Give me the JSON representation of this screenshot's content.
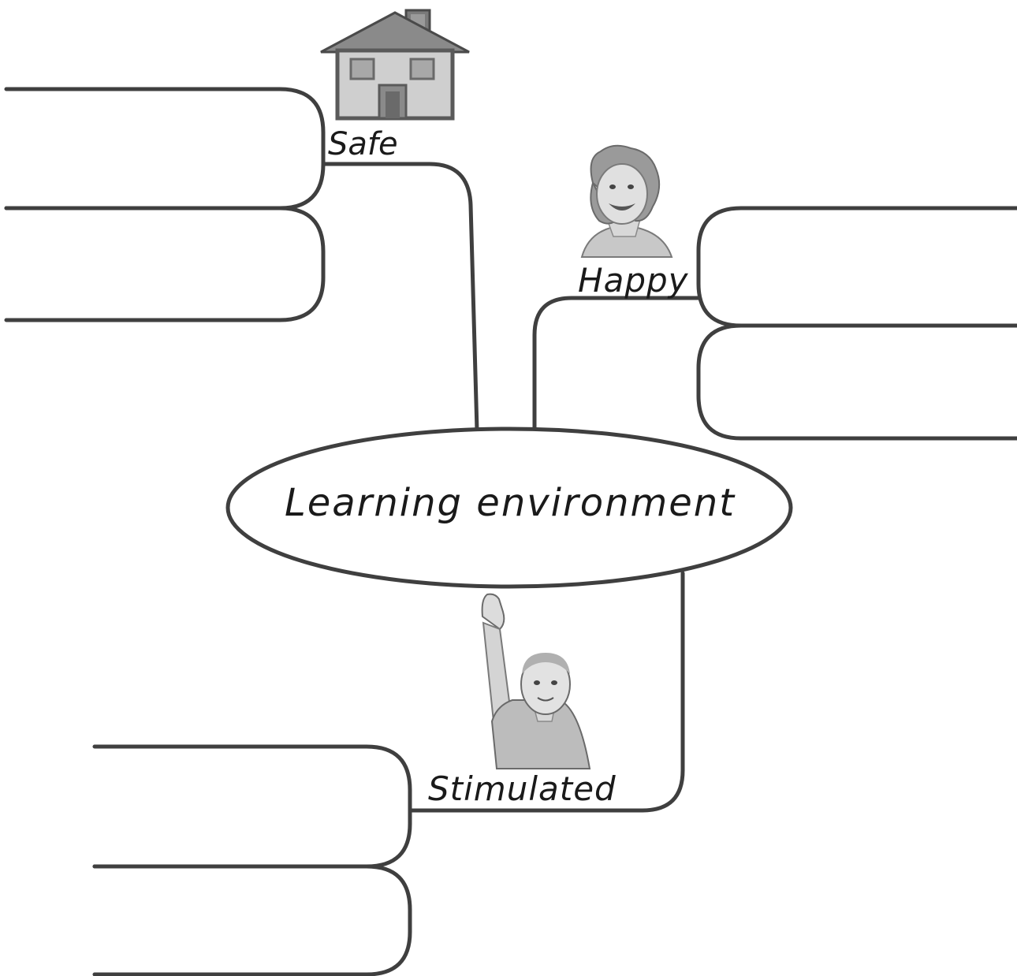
{
  "central_topic": {
    "label": "Learning environment"
  },
  "branches": [
    {
      "label": "Safe",
      "icon": "house-icon"
    },
    {
      "label": "Happy",
      "icon": "smiling-girl-icon"
    },
    {
      "label": "Stimulated",
      "icon": "boy-raising-hand-icon"
    }
  ],
  "colors": {
    "line": "#3f3f3f",
    "ellipse_fill": "#ffffff",
    "illustration_fill": "#b5b5b5"
  }
}
